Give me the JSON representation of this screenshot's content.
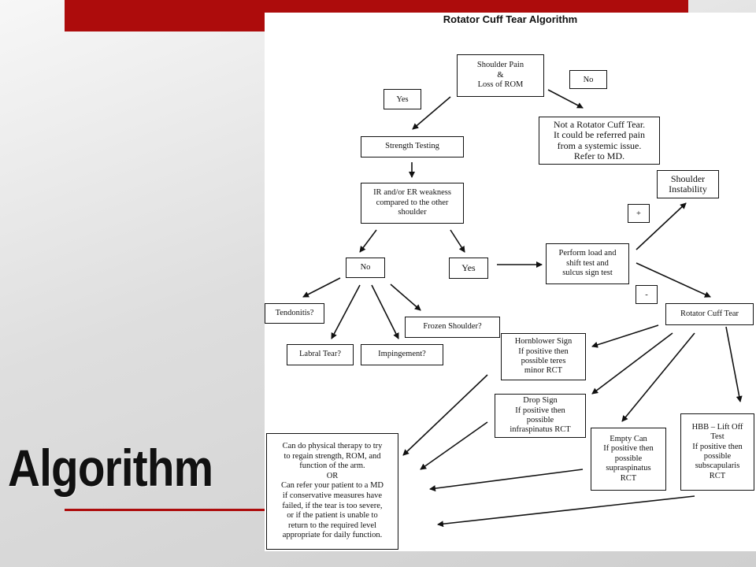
{
  "slide": {
    "title": "Algorithm",
    "accent_color": "#ad0c0c"
  },
  "flowchart": {
    "title": "Rotator Cuff Tear Algorithm",
    "nodes": {
      "start": "Shoulder Pain\n&\nLoss of ROM",
      "not_rct": "Not a Rotator Cuff Tear.\nIt could be referred pain\nfrom a systemic issue.\nRefer to MD.",
      "strength": "Strength Testing",
      "weakness": "IR and/or ER weakness\ncompared to the other\nshoulder",
      "no": "No",
      "yes": "Yes",
      "load_shift": "Perform load and\nshift test and\nsulcus sign test",
      "instability": "Shoulder\nInstability",
      "rct": "Rotator Cuff Tear",
      "tendonitis": "Tendonitis?",
      "frozen": "Frozen Shoulder?",
      "labral": "Labral Tear?",
      "impingement": "Impingement?",
      "hornblower": "Hornblower Sign\nIf positive then\npossible teres\nminor RCT",
      "drop": "Drop Sign\nIf positive then\npossible\ninfraspinatus RCT",
      "empty_can": "Empty Can\nIf positive then\npossible\nsupraspinatus\nRCT",
      "hbb": "HBB – Lift Off\nTest\nIf positive then\npossible\nsubscapularis\nRCT",
      "treatment": "Can do physical therapy to try\nto regain strength, ROM, and\nfunction of the arm.\nOR\nCan refer your patient to a MD\nif conservative measures have\nfailed, if the tear is too severe,\nor if the patient is unable to\nreturn to the required level\nappropriate for daily function."
    },
    "edge_labels": {
      "yes": "Yes",
      "no": "No",
      "plus": "+",
      "minus": "-"
    }
  }
}
